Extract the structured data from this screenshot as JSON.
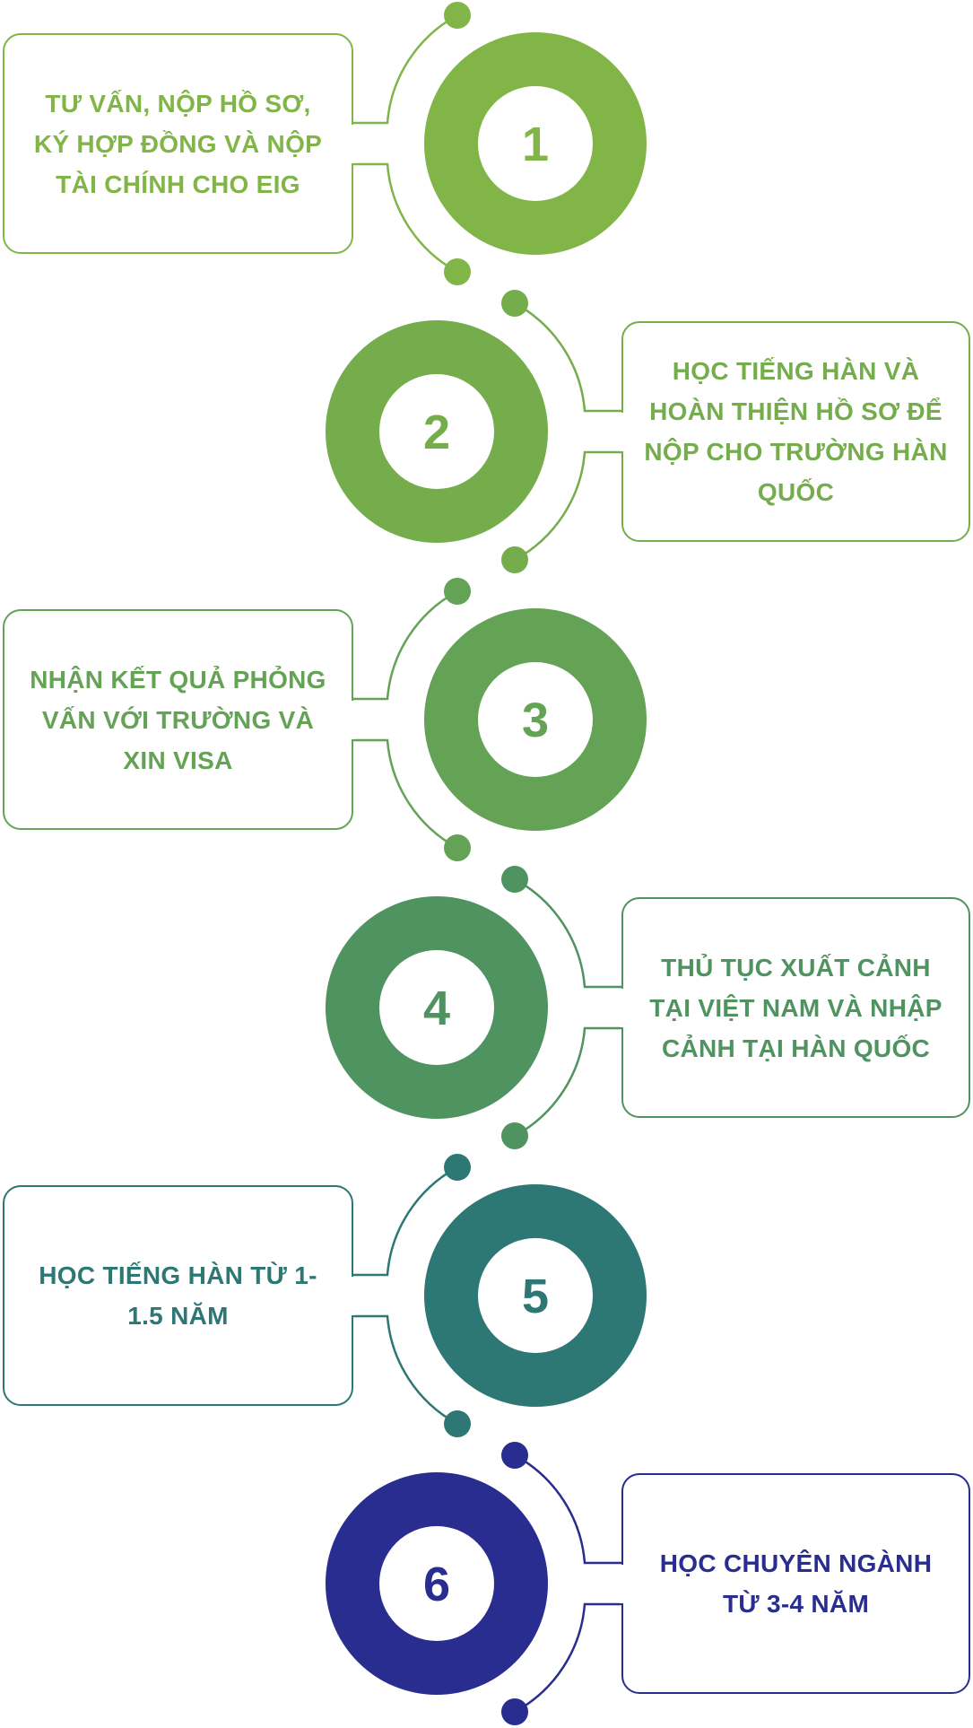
{
  "steps": [
    {
      "number": "1",
      "text": "TƯ VẤN, NỘP HỒ SƠ, KÝ HỢP ĐỒNG VÀ NỘP TÀI CHÍNH CHO  EIG",
      "color": "#82b548"
    },
    {
      "number": "2",
      "text": "HỌC TIẾNG HÀN VÀ HOÀN THIỆN HỒ SƠ ĐỂ NỘP CHO TRƯỜNG HÀN QUỐC",
      "color": "#75ad4c"
    },
    {
      "number": "3",
      "text": "NHẬN KẾT QUẢ PHỎNG VẤN VỚI TRƯỜNG VÀ XIN VISA",
      "color": "#64a255"
    },
    {
      "number": "4",
      "text": "THỦ TỤC XUẤT CẢNH TẠI VIỆT NAM VÀ NHẬP CẢNH TẠI HÀN QUỐC",
      "color": "#4f9360"
    },
    {
      "number": "5",
      "text": "HỌC TIẾNG HÀN TỪ 1-1.5 NĂM",
      "color": "#2d7775"
    },
    {
      "number": "6",
      "text": "HỌC CHUYÊN NGÀNH TỪ 3-4 NĂM",
      "color": "#282d8f"
    }
  ]
}
